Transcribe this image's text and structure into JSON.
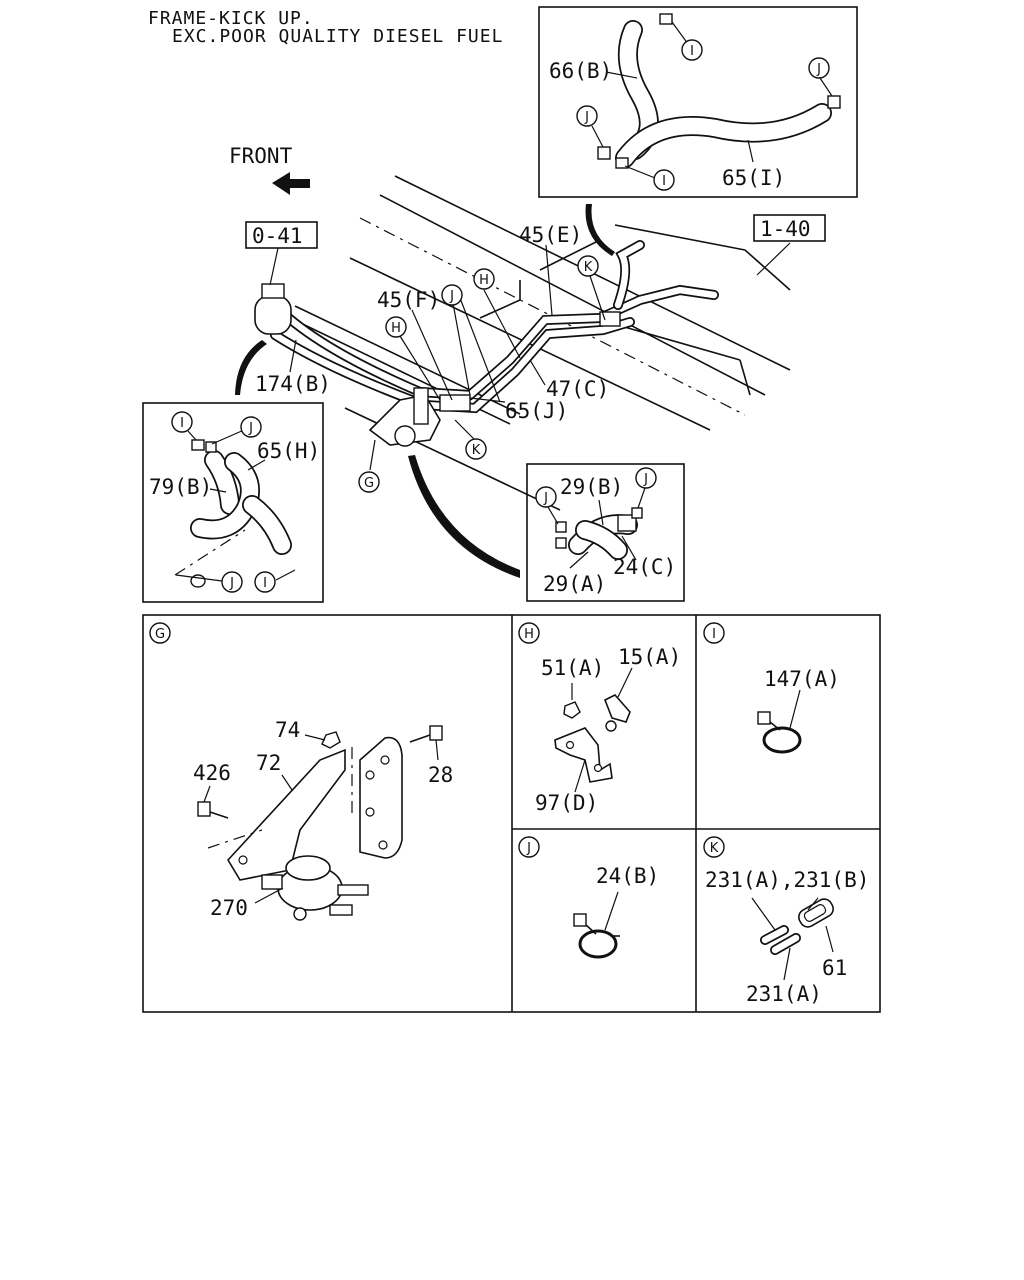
{
  "header": {
    "line1": "FRAME-KICK UP.",
    "line2": "EXC.POOR QUALITY DIESEL FUEL"
  },
  "direction_label": "FRONT",
  "references": {
    "left": "0-41",
    "right": "1-40"
  },
  "callouts": {
    "c66B": "66(B)",
    "c65I": "65(I)",
    "c45E": "45(E)",
    "c45F": "45(F)",
    "c47C": "47(C)",
    "c65J": "65(J)",
    "c174B": "174(B)",
    "c65H": "65(H)",
    "c79B": "79(B)",
    "c29B": "29(B)",
    "c29A": "29(A)",
    "c24C": "24(C)",
    "c74": "74",
    "c72": "72",
    "c426": "426",
    "c28": "28",
    "c270": "270",
    "c51A": "51(A)",
    "c15A": "15(A)",
    "c97D": "97(D)",
    "c147A": "147(A)",
    "c24B": "24(B)",
    "c231AB": "231(A),231(B)",
    "c61": "61",
    "c231A": "231(A)"
  },
  "markers": {
    "G": "G",
    "H": "H",
    "I": "I",
    "J": "J",
    "K": "K"
  }
}
